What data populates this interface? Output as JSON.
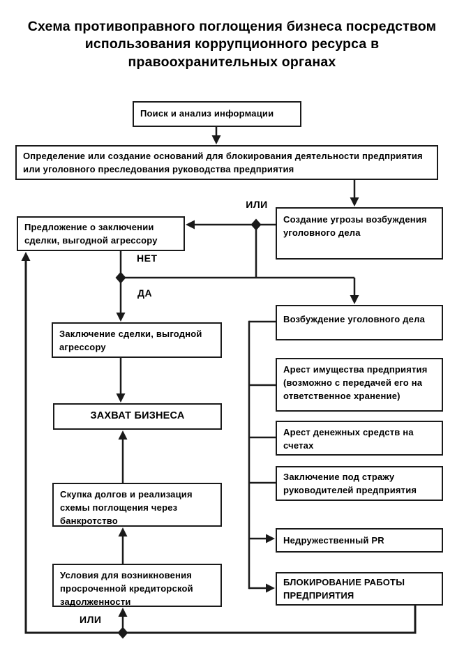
{
  "title": "Схема противоправного поглощения бизнеса посредством использования коррупционного ресурса в правоохранительных органах",
  "nodes": {
    "search": "Поиск и анализ информации",
    "grounds": "Определение или создание оснований для блокирования деятельности предприятия или уголовного преследования руководства предприятия",
    "threat": "Создание угрозы возбуждения уголовного дела",
    "offer": "Предложение о заключении сделки, выгодной агрессору",
    "deal": "Заключение сделки, выгодной агрессору",
    "seizure": "ЗАХВАТ БИЗНЕСА",
    "debts": "Скупка долгов и реализация схемы поглощения через банкротство",
    "conditions": "Условия для возникновения просроченной кредиторской задолженности",
    "criminal_case": "Возбуждение уголовного дела",
    "property_arrest": "Арест имущества предприятия (возможно с передачей его на ответственное хранение)",
    "accounts_arrest": "Арест денежных средств на счетах",
    "custody": "Заключение под стражу руководителей предприятия",
    "pr": "Недружественный PR",
    "blocking": "БЛОКИРОВАНИЕ РАБОТЫ ПРЕДПРИЯТИЯ"
  },
  "labels": {
    "or_top": "ИЛИ",
    "no": "НЕТ",
    "yes": "ДА",
    "or_bottom": "ИЛИ"
  },
  "colors": {
    "background": "#ffffff",
    "box_fill": "#ffffff",
    "box_border": "#1a1a1a",
    "line": "#1a1a1a",
    "text": "#000000"
  }
}
